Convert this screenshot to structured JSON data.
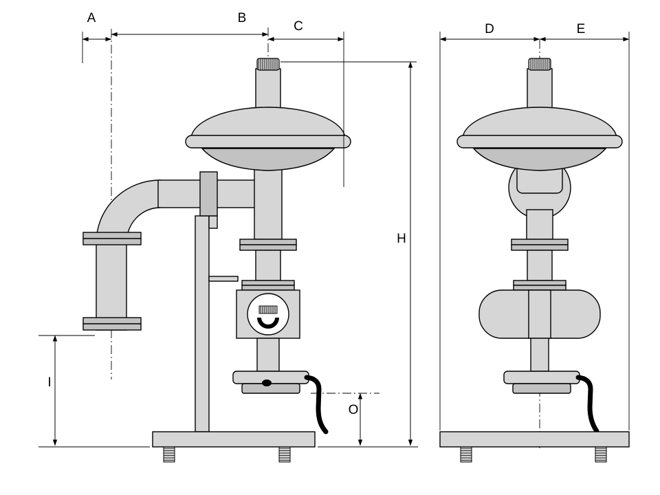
{
  "drawing": {
    "dimension_labels": {
      "A": "A",
      "B": "B",
      "C": "C",
      "D": "D",
      "E": "E",
      "H": "H",
      "I": "I",
      "O": "O"
    },
    "colors": {
      "metal_light": "#d6d6d6",
      "metal_mid": "#c2c2c2",
      "outline": "#000000"
    }
  }
}
